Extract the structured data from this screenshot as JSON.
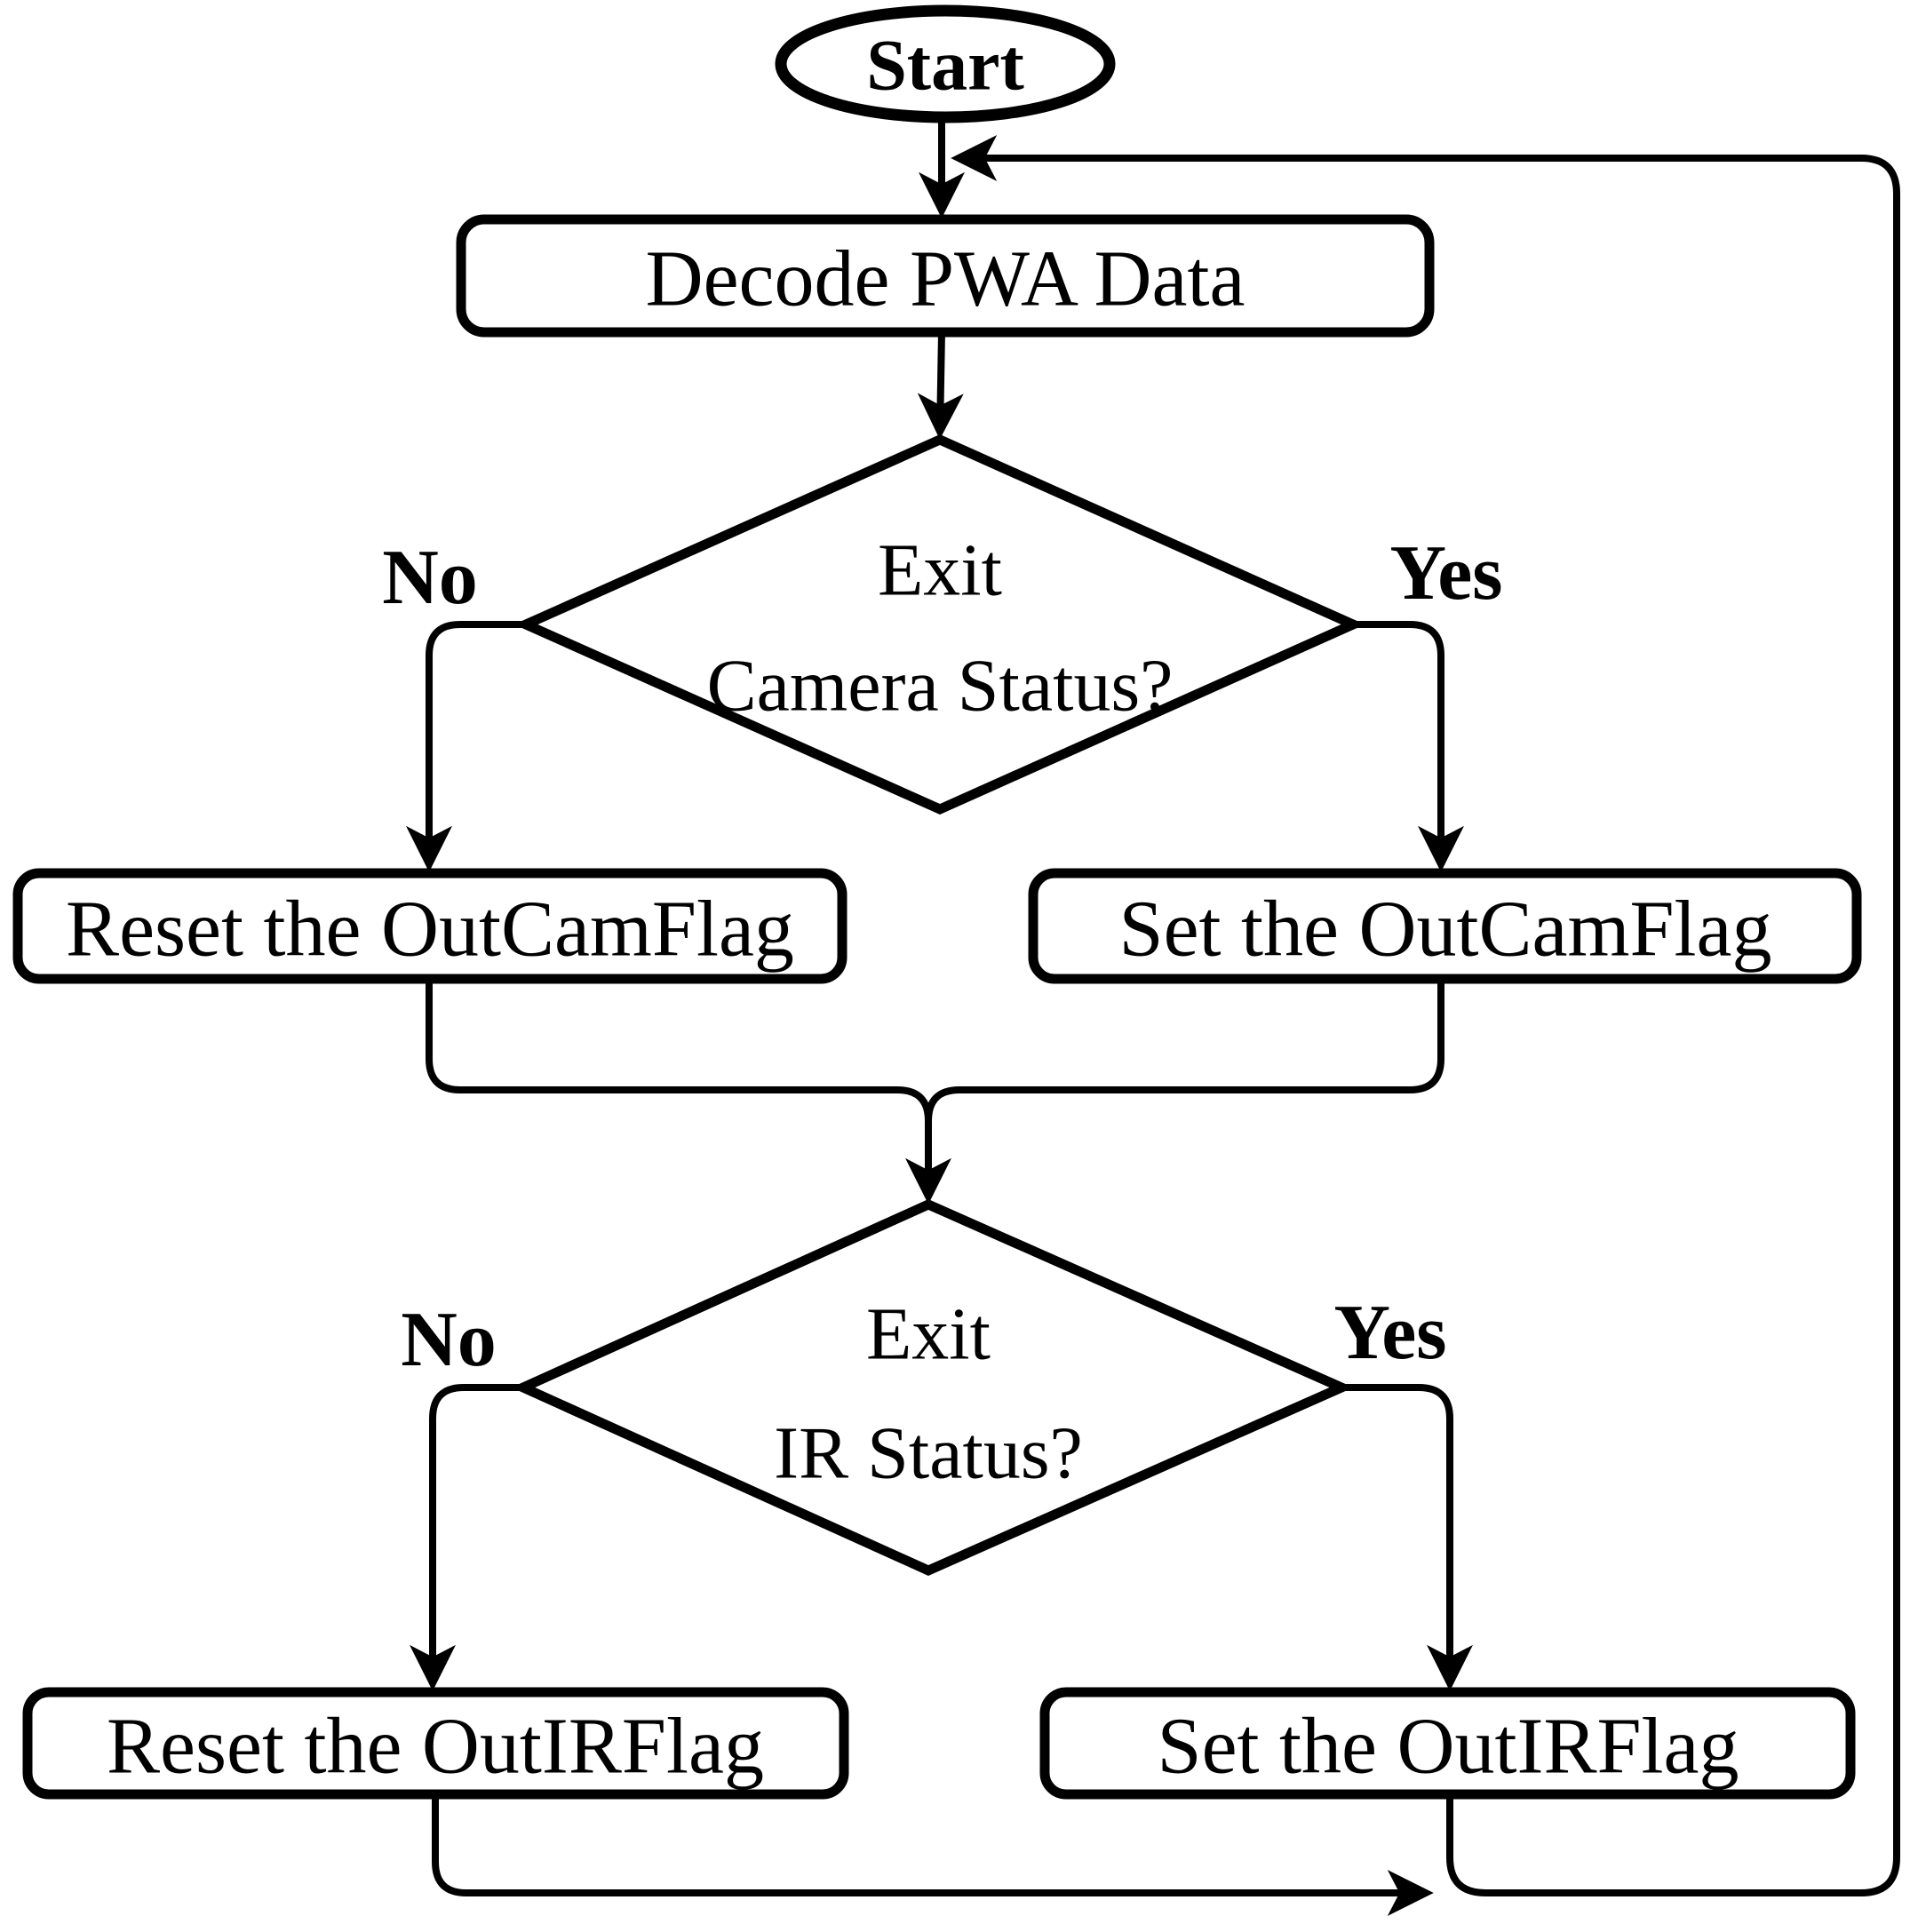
{
  "flowchart": {
    "start": {
      "label": "Start"
    },
    "decode": {
      "label": "Decode PWA Data"
    },
    "camera_decision": {
      "line1": "Exit",
      "line2": "Camera Status?",
      "no_label": "No",
      "yes_label": "Yes"
    },
    "reset_outcamflag": {
      "label": "Reset the OutCamFlag"
    },
    "set_outcamflag": {
      "label": "Set the OutCamFlag"
    },
    "ir_decision": {
      "line1": "Exit",
      "line2": "IR Status?",
      "no_label": "No",
      "yes_label": "Yes"
    },
    "reset_outirflag": {
      "label": "Reset the OutIRFlag"
    },
    "set_outirflag": {
      "label": "Set the OutIRFlag"
    }
  },
  "colors": {
    "line": "#000000",
    "text": "#000000",
    "background": "#ffffff"
  }
}
